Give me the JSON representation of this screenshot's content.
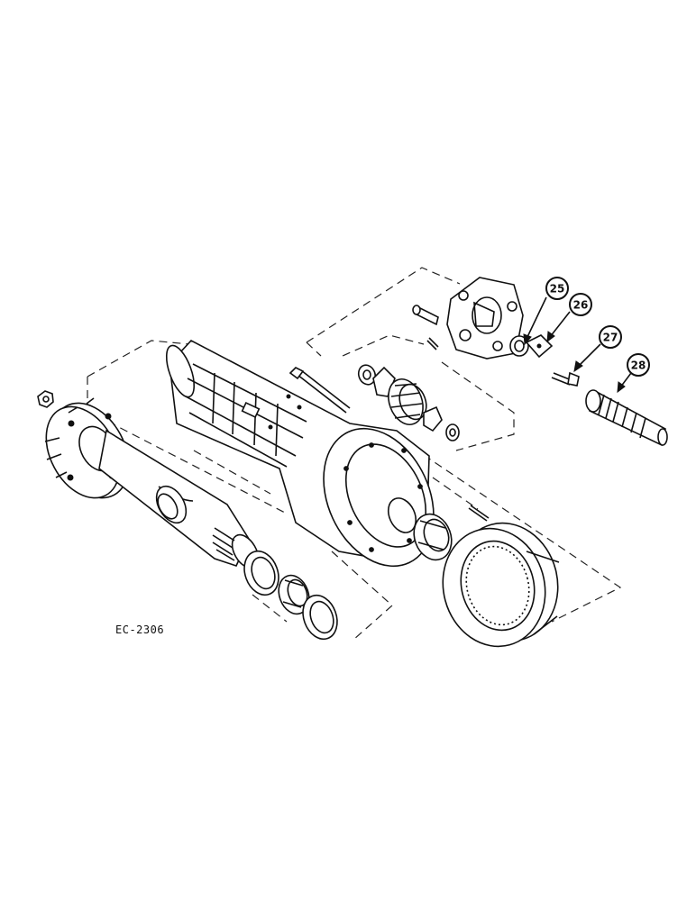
{
  "callouts": [
    {
      "label": "25"
    },
    {
      "label": "26"
    },
    {
      "label": "27"
    },
    {
      "label": "28"
    }
  ],
  "figure_code": "EC-2306"
}
